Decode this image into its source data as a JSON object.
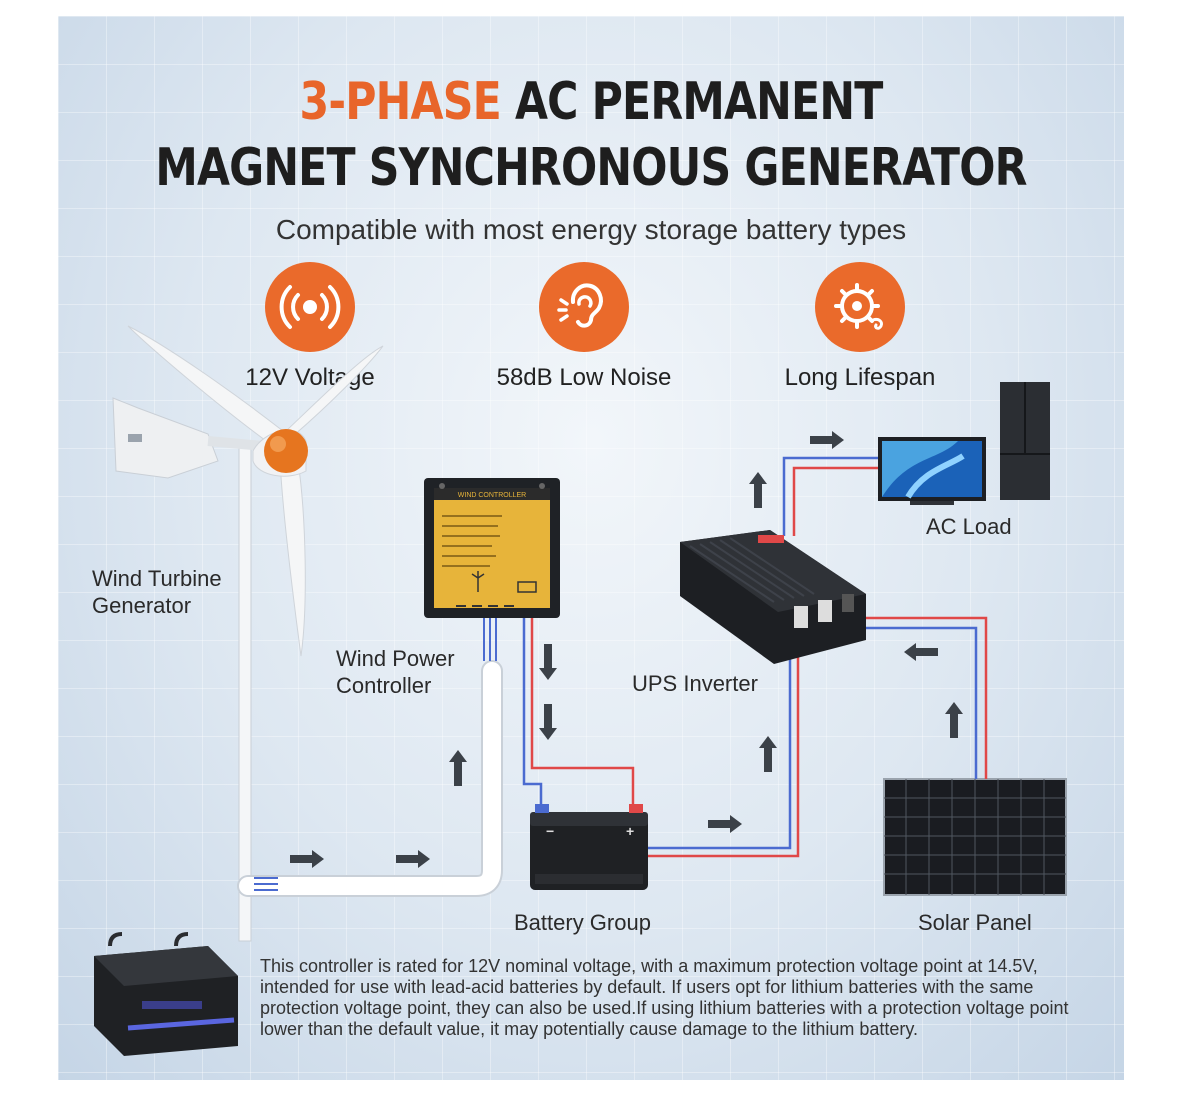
{
  "title": {
    "highlight": "3-PHASE",
    "line1_rest": " AC PERMANENT",
    "line2": "MAGNET SYNCHRONOUS GENERATOR"
  },
  "subtitle": "Compatible with most energy storage battery types",
  "features": [
    {
      "icon": "vibration-icon",
      "label": "12V Voltage"
    },
    {
      "icon": "ear-icon",
      "label": "58dB Low Noise"
    },
    {
      "icon": "gear-icon",
      "label": "Long Lifespan"
    }
  ],
  "components": {
    "turbine": "Wind Turbine\nGenerator",
    "controller": "Wind Power\nController",
    "inverter": "UPS Inverter",
    "ac_load": "AC Load",
    "battery": "Battery Group",
    "solar": "Solar Panel"
  },
  "controller_face": "WIND CONTROLLER",
  "note": "This controller is rated for 12V nominal voltage, with a maximum protection voltage point at 14.5V, intended for use with lead-acid batteries by default. If users opt for lithium batteries with the same protection voltage point, they can also be used.If using lithium batteries with a protection voltage point lower than the default value, it may potentially cause damage to the lithium battery.",
  "colors": {
    "accent": "#ea6a2b",
    "wire_red": "#e04848",
    "wire_blue": "#4b6bd0"
  }
}
